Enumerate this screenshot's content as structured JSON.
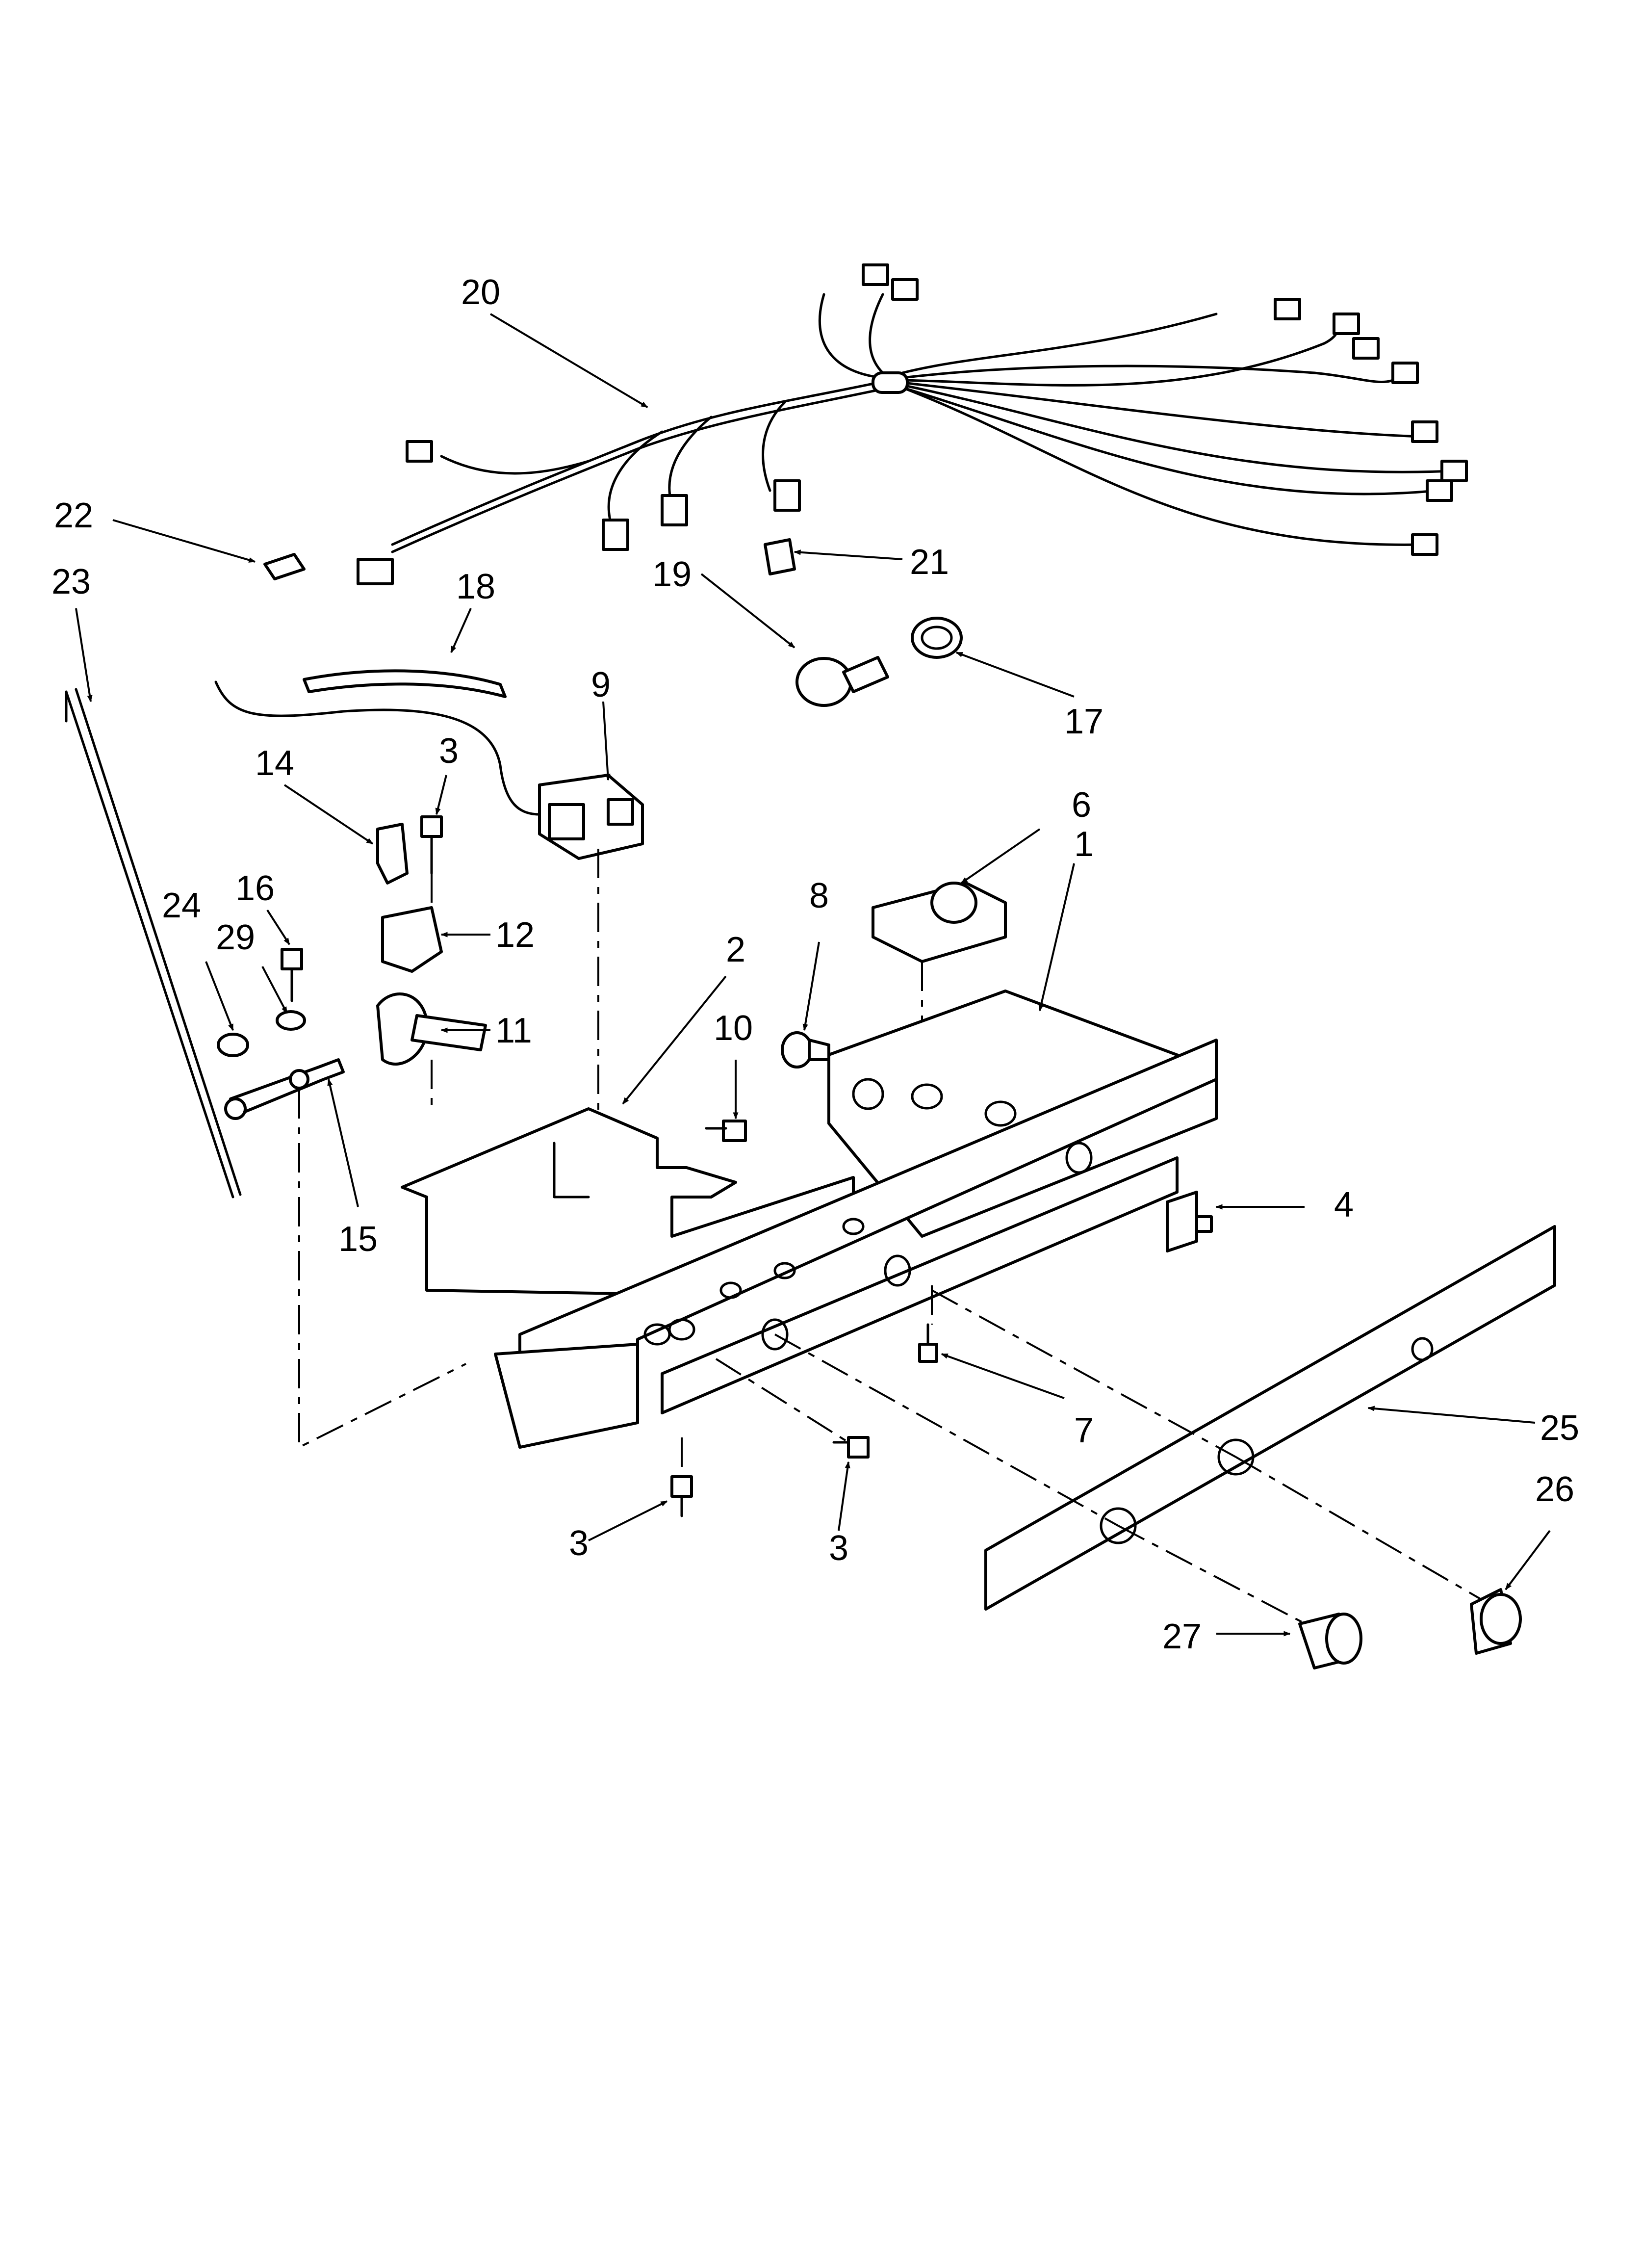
{
  "diagram": {
    "callouts": [
      {
        "id": "c20",
        "label": "20"
      },
      {
        "id": "c22",
        "label": "22"
      },
      {
        "id": "c23",
        "label": "23"
      },
      {
        "id": "c21",
        "label": "21"
      },
      {
        "id": "c19",
        "label": "19"
      },
      {
        "id": "c18",
        "label": "18"
      },
      {
        "id": "c17",
        "label": "17"
      },
      {
        "id": "c9",
        "label": "9"
      },
      {
        "id": "c3a",
        "label": "3"
      },
      {
        "id": "c14",
        "label": "14"
      },
      {
        "id": "c6",
        "label": "6"
      },
      {
        "id": "c1",
        "label": "1"
      },
      {
        "id": "c16",
        "label": "16"
      },
      {
        "id": "c24",
        "label": "24"
      },
      {
        "id": "c29",
        "label": "29"
      },
      {
        "id": "c12",
        "label": "12"
      },
      {
        "id": "c8",
        "label": "8"
      },
      {
        "id": "c2",
        "label": "2"
      },
      {
        "id": "c10",
        "label": "10"
      },
      {
        "id": "c11",
        "label": "11"
      },
      {
        "id": "c15",
        "label": "15"
      },
      {
        "id": "c4",
        "label": "4"
      },
      {
        "id": "c7",
        "label": "7"
      },
      {
        "id": "c25",
        "label": "25"
      },
      {
        "id": "c26",
        "label": "26"
      },
      {
        "id": "c3b",
        "label": "3"
      },
      {
        "id": "c3c",
        "label": "3"
      },
      {
        "id": "c27",
        "label": "27"
      }
    ]
  }
}
